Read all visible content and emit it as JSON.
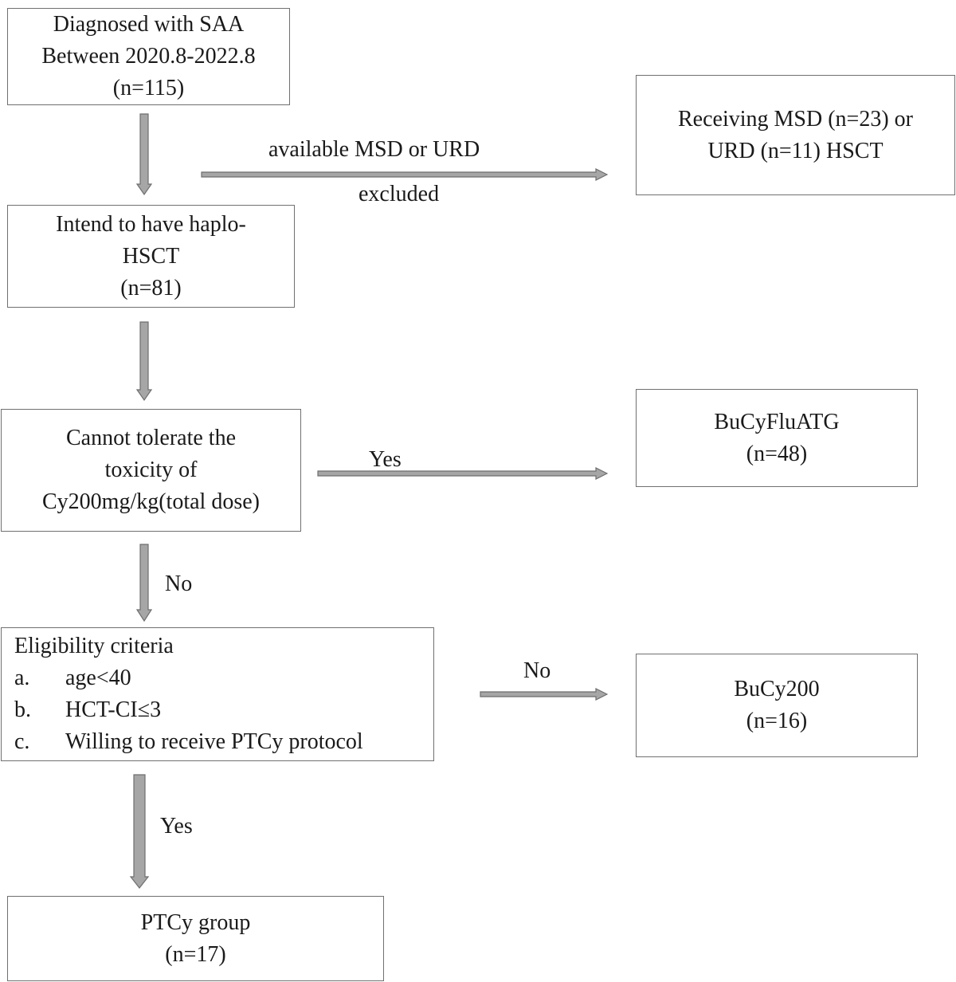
{
  "boxes": {
    "diagnosed": {
      "lines": [
        "Diagnosed with SAA",
        "Between 2020.8-2022.8",
        "(n=115)"
      ]
    },
    "receiving": {
      "lines": [
        "Receiving MSD (n=23) or",
        "URD (n=11) HSCT"
      ]
    },
    "intend": {
      "lines": [
        "Intend to have haplo-",
        "HSCT",
        "(n=81)"
      ]
    },
    "cannot": {
      "lines": [
        "Cannot tolerate the",
        "toxicity of",
        "Cy200mg/kg(total dose)"
      ]
    },
    "bucyflu": {
      "lines": [
        "BuCyFluATG",
        "(n=48)"
      ]
    },
    "eligibility": {
      "title": "Eligibility criteria",
      "criteria": [
        {
          "marker": "a.",
          "text": "age<40"
        },
        {
          "marker": "b.",
          "text": "HCT-CI≤3"
        },
        {
          "marker": "c.",
          "text": "Willing to receive PTCy protocol"
        }
      ]
    },
    "bucy200": {
      "lines": [
        "BuCy200",
        "(n=16)"
      ]
    },
    "ptcy": {
      "lines": [
        "PTCy group",
        "(n=17)"
      ]
    }
  },
  "labels": {
    "available": "available MSD or URD",
    "excluded": "excluded",
    "yes_right": "Yes",
    "no_down": "No",
    "no_right": "No",
    "yes_down": "Yes"
  },
  "colors": {
    "arrow_fill": "#a6a6a6",
    "arrow_stroke": "#6e6e6e",
    "border": "#707070"
  }
}
